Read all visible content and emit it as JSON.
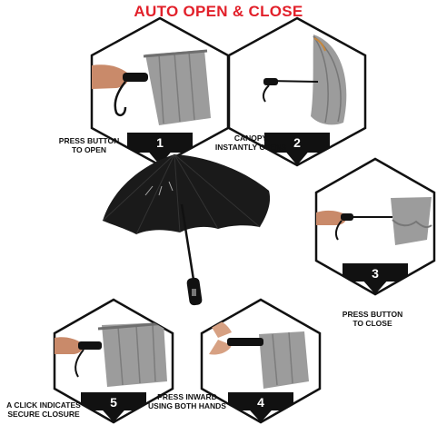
{
  "title": "AUTO OPEN & CLOSE",
  "colors": {
    "title": "#e2202a",
    "hex_outline": "#111111",
    "badge": "#111111",
    "canopy_gray": "#9c9c9c",
    "umbrella_black": "#1a1a1a"
  },
  "steps": [
    {
      "number": "1",
      "caption_line1": "PRESS BUTTON",
      "caption_line2": "TO OPEN"
    },
    {
      "number": "2",
      "caption_line1": "CANOPY",
      "caption_line2": "INSTANTLY OPENS"
    },
    {
      "number": "3",
      "caption_line1": "PRESS BUTTON",
      "caption_line2": "TO CLOSE"
    },
    {
      "number": "4",
      "caption_line1": "PRESS INWARD",
      "caption_line2": "USING BOTH HANDS"
    },
    {
      "number": "5",
      "caption_line1": "A CLICK INDICATES",
      "caption_line2": "SECURE CLOSURE"
    }
  ]
}
